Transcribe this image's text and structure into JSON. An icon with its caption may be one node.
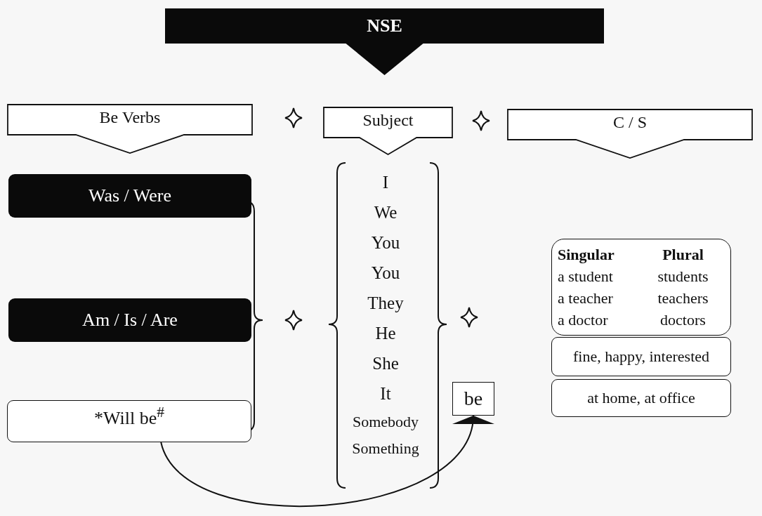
{
  "diagram": {
    "nodes": [
      {
        "text": [
          "NSE"
        ]
      },
      {
        "text": [
          "Be Verbs"
        ]
      },
      {
        "text": [
          "Subject"
        ]
      },
      {
        "text": [
          "C / S"
        ]
      },
      {
        "text": [
          "Was / Were"
        ]
      },
      {
        "text": [
          "Am / Is / Are"
        ]
      },
      {
        "text": [
          "*Will be$^{#}$"
        ]
      },
      {
        "text": [
          "I",
          "We",
          "You",
          "You",
          "They",
          "He",
          "She",
          "It",
          "Somebody",
          "Something"
        ]
      },
      {
        "text": [
          "be"
        ]
      },
      {
        "text": [
          "Singular",
          "Plural",
          "a student",
          "students",
          "a teacher",
          "teachers",
          "a doctor",
          "doctors"
        ]
      },
      {
        "text": [
          "fine, happy, interested"
        ]
      },
      {
        "text": [
          "at home, at office"
        ]
      }
    ],
    "edges": [
      {
        "from": 6,
        "to": 8,
        "arrow": "to"
      }
    ]
  }
}
